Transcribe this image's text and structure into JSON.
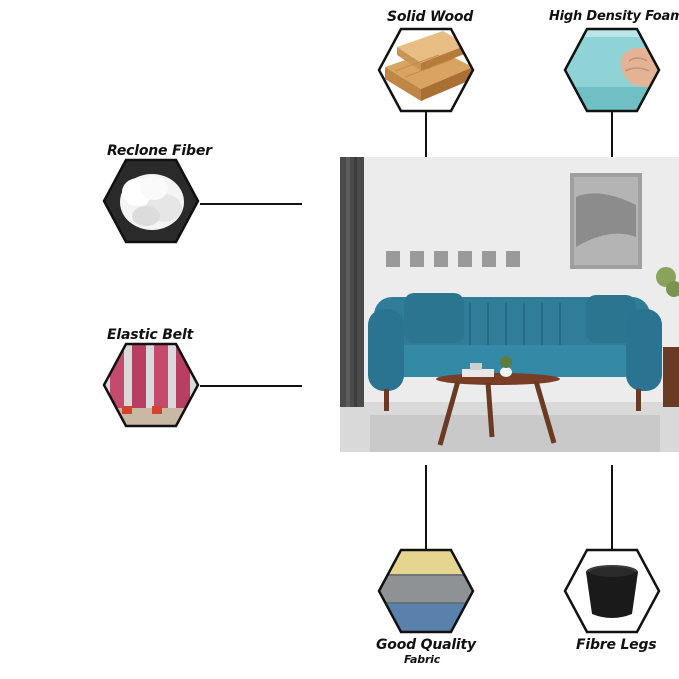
{
  "features": {
    "solid_wood": {
      "label": "Solid Wood"
    },
    "high_density_foam": {
      "label": "High Density Foam"
    },
    "reclone_fiber": {
      "label": "Reclone Fiber"
    },
    "elastic_belt": {
      "label": "Elastic Belt"
    },
    "fabric": {
      "label": "Good Quality",
      "sublabel": "Fabric"
    },
    "fibre_legs": {
      "label": "Fibre Legs"
    }
  },
  "colors": {
    "sofa": "#2f7d98",
    "table": "#7a3d25",
    "foam": "#8fd3d6",
    "wood": "#d9a462"
  }
}
